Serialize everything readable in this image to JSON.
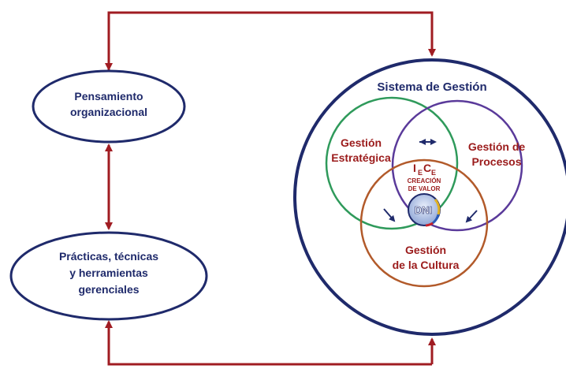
{
  "diagram": {
    "left_nodes": {
      "pensamiento": {
        "line1": "Pensamiento",
        "line2": "organizacional"
      },
      "practicas": {
        "line1": "Prácticas, técnicas",
        "line2": "y herramientas",
        "line3": "gerenciales"
      }
    },
    "sistema": {
      "title": "Sistema de Gestión",
      "estrategica": {
        "line1": "Gestión",
        "line2": "Estratégica"
      },
      "procesos": {
        "line1": "Gestión de",
        "line2": "Procesos"
      },
      "cultura": {
        "line1": "Gestión",
        "line2": "de la Cultura"
      },
      "center": {
        "iece_i": "I",
        "iece_e1": "E",
        "iece_c": "C",
        "iece_e2": "E",
        "creacion_line1": "CREACIÓN",
        "creacion_line2": "DE VALOR",
        "logo_text": "DNI"
      }
    },
    "colors": {
      "navy": "#1f2a6b",
      "arrow_red": "#a01c22",
      "text_red": "#9b1b1b",
      "green": "#2f9a5b",
      "purple": "#5a3a9a",
      "brown": "#b25a2a"
    }
  }
}
